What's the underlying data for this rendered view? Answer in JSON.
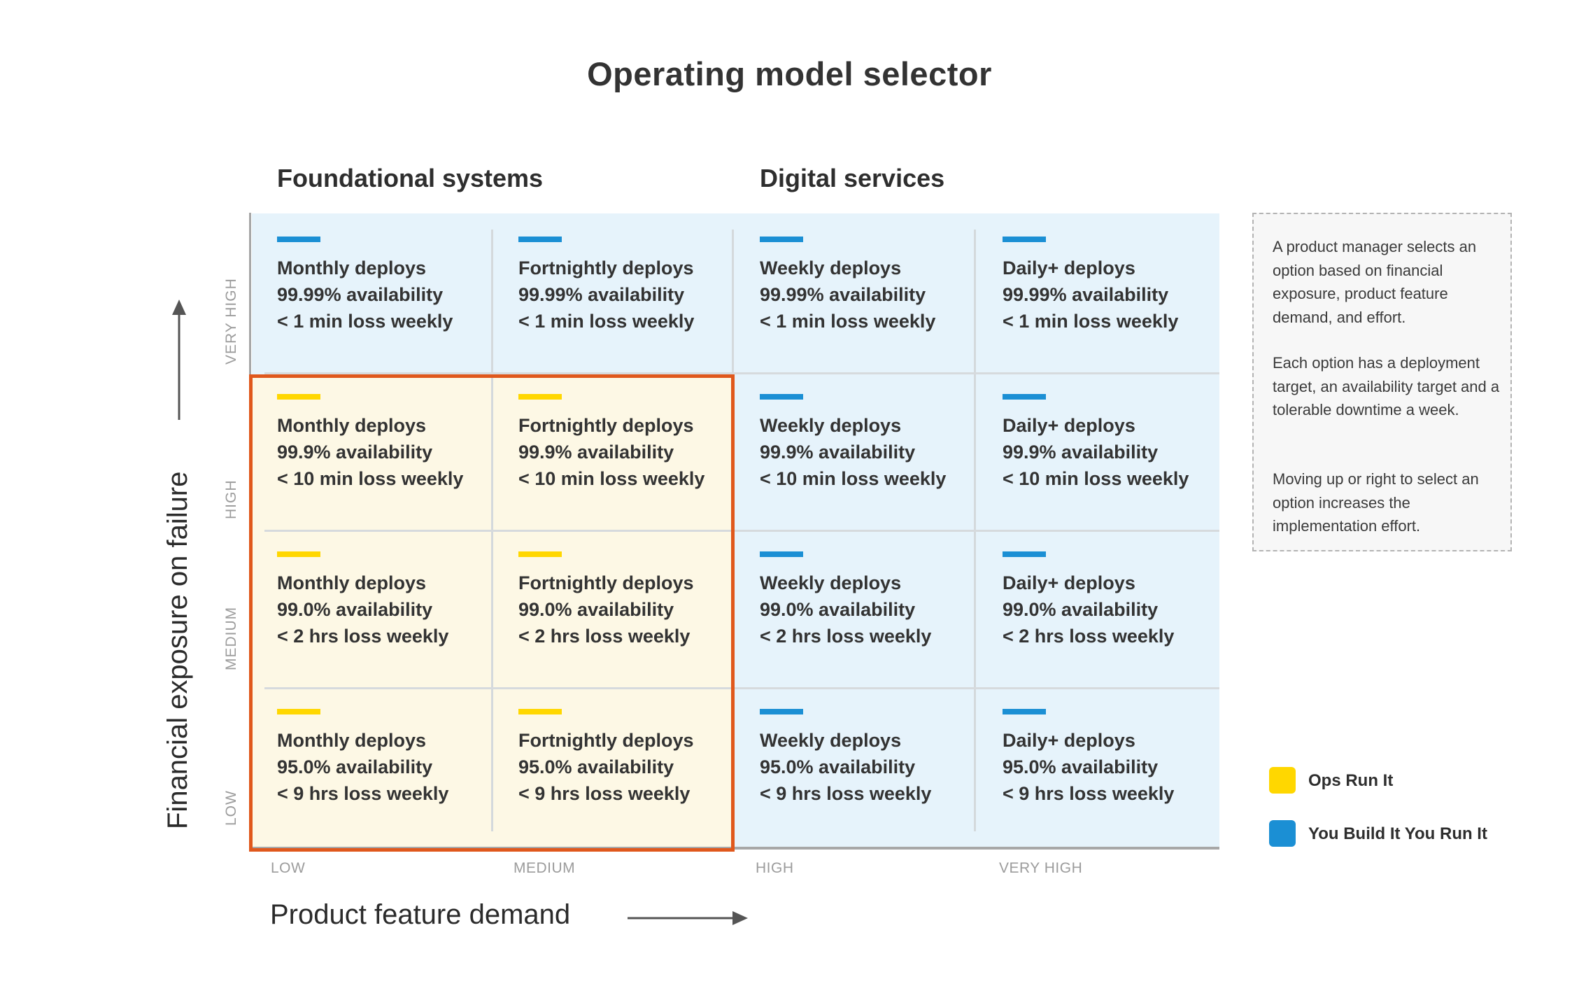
{
  "title": "Operating model selector",
  "groups": [
    "Foundational systems",
    "Digital services"
  ],
  "colors": {
    "ops_run_it": "#ffd700",
    "you_build_it": "#1b8fd4",
    "selection": "#e0581c",
    "yellow_zone": "#fdf8e5",
    "blue_zone": "#e6f3fb"
  },
  "y_axis": {
    "title": "Financial exposure on failure",
    "levels": [
      "VERY HIGH",
      "HIGH",
      "MEDIUM",
      "LOW"
    ]
  },
  "x_axis": {
    "title": "Product feature demand",
    "levels": [
      "LOW",
      "MEDIUM",
      "HIGH",
      "VERY HIGH"
    ]
  },
  "rows": [
    {
      "exposure": "VERY HIGH",
      "availability": "99.99% availability",
      "loss": "< 1 min loss weekly",
      "cells": [
        {
          "deploys": "Monthly deploys",
          "model": "you_build_it"
        },
        {
          "deploys": "Fortnightly deploys",
          "model": "you_build_it"
        },
        {
          "deploys": "Weekly deploys",
          "model": "you_build_it"
        },
        {
          "deploys": "Daily+ deploys",
          "model": "you_build_it"
        }
      ]
    },
    {
      "exposure": "HIGH",
      "availability": "99.9% availability",
      "loss": "< 10 min loss weekly",
      "cells": [
        {
          "deploys": "Monthly deploys",
          "model": "ops_run_it"
        },
        {
          "deploys": "Fortnightly deploys",
          "model": "ops_run_it"
        },
        {
          "deploys": "Weekly deploys",
          "model": "you_build_it"
        },
        {
          "deploys": "Daily+ deploys",
          "model": "you_build_it"
        }
      ]
    },
    {
      "exposure": "MEDIUM",
      "availability": "99.0% availability",
      "loss": "< 2 hrs loss weekly",
      "cells": [
        {
          "deploys": "Monthly deploys",
          "model": "ops_run_it"
        },
        {
          "deploys": "Fortnightly deploys",
          "model": "ops_run_it"
        },
        {
          "deploys": "Weekly deploys",
          "model": "you_build_it"
        },
        {
          "deploys": "Daily+ deploys",
          "model": "you_build_it"
        }
      ]
    },
    {
      "exposure": "LOW",
      "availability": "95.0% availability",
      "loss": "< 9 hrs loss weekly",
      "cells": [
        {
          "deploys": "Monthly deploys",
          "model": "ops_run_it"
        },
        {
          "deploys": "Fortnightly deploys",
          "model": "ops_run_it"
        },
        {
          "deploys": "Weekly deploys",
          "model": "you_build_it"
        },
        {
          "deploys": "Daily+ deploys",
          "model": "you_build_it"
        }
      ]
    }
  ],
  "note": [
    "A product manager selects an option based on financial exposure, product feature demand, and effort.",
    "Each option has a deployment target, an availability target and a tolerable downtime a week.",
    "Moving up or right to select an option increases the implementation effort."
  ],
  "legend": [
    {
      "label": "Ops Run It",
      "model": "ops_run_it"
    },
    {
      "label": "You Build It You Run It",
      "model": "you_build_it"
    }
  ]
}
